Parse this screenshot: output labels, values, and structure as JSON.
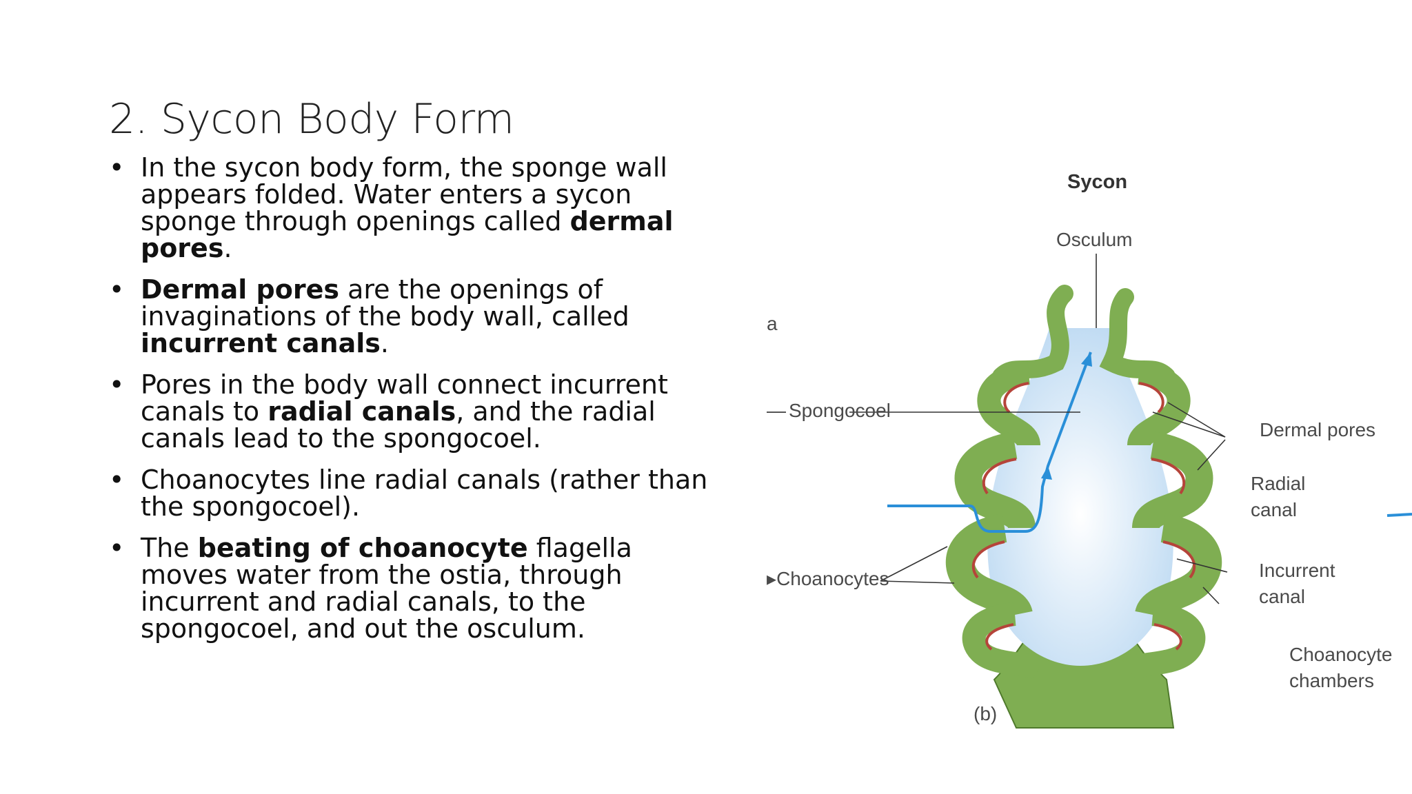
{
  "slide": {
    "title": "2. Sycon Body Form",
    "bullets": [
      {
        "parts": [
          {
            "text": "In the sycon body form, the sponge wall appears folded. Water enters a sycon sponge through openings called ",
            "bold": false
          },
          {
            "text": "dermal pores",
            "bold": true
          },
          {
            "text": ".",
            "bold": false
          }
        ]
      },
      {
        "parts": [
          {
            "text": "Dermal pores",
            "bold": true
          },
          {
            "text": " are the openings of invaginations of the body wall, called ",
            "bold": false
          },
          {
            "text": "incurrent canals",
            "bold": true
          },
          {
            "text": ".",
            "bold": false
          }
        ]
      },
      {
        "parts": [
          {
            "text": "Pores in the body wall connect incurrent canals to ",
            "bold": false
          },
          {
            "text": "radial canals",
            "bold": true
          },
          {
            "text": ", and the radial canals lead to the spongocoel.",
            "bold": false
          }
        ]
      },
      {
        "parts": [
          {
            "text": "Choanocytes line radial canals (rather than the spongocoel).",
            "bold": false
          }
        ]
      },
      {
        "parts": [
          {
            "text": "The ",
            "bold": false
          },
          {
            "text": "beating of choanocyte",
            "bold": true
          },
          {
            "text": " flagella moves water from the ostia, through incurrent and radial canals, to the spongocoel, and out the osculum.",
            "bold": false
          }
        ]
      }
    ]
  },
  "figure": {
    "title": "Sycon",
    "panel": "(b)",
    "edge_mark": "a",
    "labels": {
      "osculum": "Osculum",
      "spongocoel": "Spongocoel",
      "dermal_pores": "Dermal pores",
      "radial_canal_1": "Radial",
      "radial_canal_2": "canal",
      "choanocytes": "Choanocytes",
      "incurrent_canal_1": "Incurrent",
      "incurrent_canal_2": "canal",
      "choanocyte_chambers_1": "Choanocyte",
      "choanocyte_chambers_2": "chambers"
    },
    "colors": {
      "tissue": "#7fae52",
      "tissue_dark": "#4f7a2c",
      "lining": "#b5443a",
      "water": "#bcd9f2",
      "arrow": "#2a8fd8"
    }
  }
}
